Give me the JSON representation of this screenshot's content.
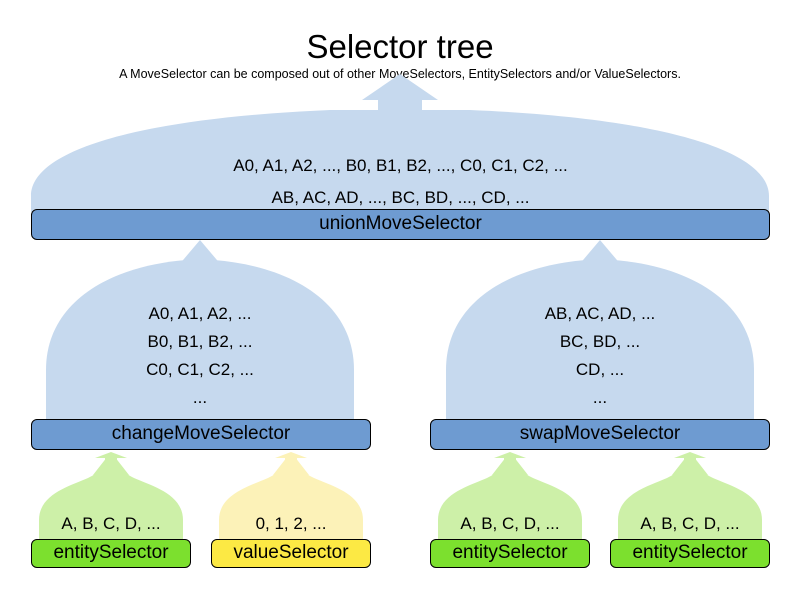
{
  "header": {
    "title": "Selector tree",
    "subtitle": "A MoveSelector can be composed out of other MoveSelectors, EntitySelectors and/or ValueSelectors."
  },
  "colors": {
    "move_dome_fill": "#C6D9EE",
    "move_bar_fill": "#6E9BD1",
    "entity_dome_fill": "#CDF0A8",
    "entity_bar_fill": "#7CE02E",
    "value_dome_fill": "#FCF2B8",
    "value_bar_fill": "#FCE944",
    "outline": "#000000",
    "background": "#FFFFFF"
  },
  "tree": {
    "root": {
      "label": "unionMoveSelector",
      "kind": "move-selector",
      "output_lines": [
        "A0, A1, A2, ..., B0, B1, B2, ..., C0, C1, C2, ...",
        "AB, AC, AD, ..., BC, BD, ..., CD, ..."
      ]
    },
    "level2": [
      {
        "label": "changeMoveSelector",
        "kind": "move-selector",
        "output_lines": [
          "A0, A1, A2, ...",
          "B0, B1, B2, ...",
          "C0, C1, C2, ...",
          "..."
        ]
      },
      {
        "label": "swapMoveSelector",
        "kind": "move-selector",
        "output_lines": [
          "AB, AC, AD, ...",
          "BC, BD, ...",
          "CD, ...",
          "..."
        ]
      }
    ],
    "leaves": [
      {
        "label": "entitySelector",
        "kind": "entity-selector",
        "output_lines": [
          "A, B, C, D, ..."
        ]
      },
      {
        "label": "valueSelector",
        "kind": "value-selector",
        "output_lines": [
          "0, 1, 2, ..."
        ]
      },
      {
        "label": "entitySelector",
        "kind": "entity-selector",
        "output_lines": [
          "A, B, C, D, ..."
        ]
      },
      {
        "label": "entitySelector",
        "kind": "entity-selector",
        "output_lines": [
          "A, B, C, D, ..."
        ]
      }
    ]
  }
}
